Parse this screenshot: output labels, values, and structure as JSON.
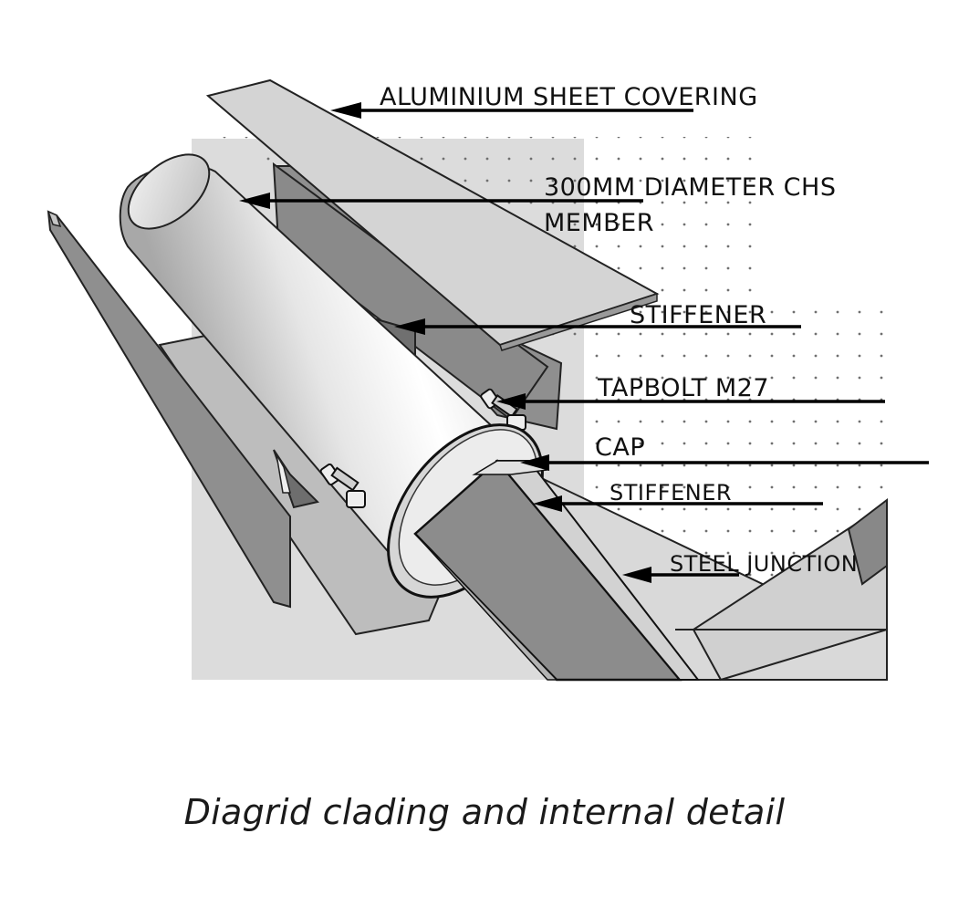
{
  "caption": "Diagrid clading and internal detail",
  "labels": {
    "aluminium_sheet": "ALUMINIUM SHEET COVERING",
    "chs_line1": "300MM DIAMETER CHS",
    "chs_line2": "MEMBER",
    "stiffener_upper": "STIFFENER",
    "tapbolt": "TAPBOLT M27",
    "cap": "CAP",
    "stiffener_lower": "STIFFENER",
    "steel_junction": "STEEL JUNCTION"
  },
  "colors": {
    "background_panel": "#dcdcdc",
    "plate_dark": "#8f8f8f",
    "plate_mid": "#bdbdbd",
    "sheet_light": "#d4d4d4",
    "leader_line": "#000000"
  }
}
